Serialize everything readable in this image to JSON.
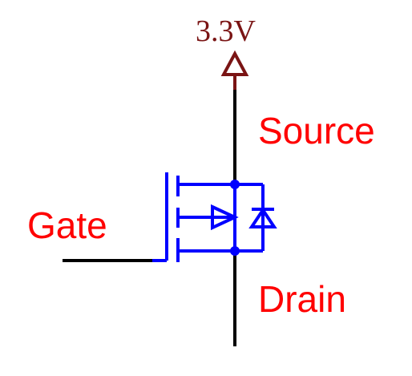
{
  "power": {
    "label": "3.3V",
    "color": "#7a1414"
  },
  "labels": {
    "source": "Source",
    "gate": "Gate",
    "drain": "Drain",
    "color": "#ff0000"
  },
  "colors": {
    "wire": "#000000",
    "component": "#0000ff"
  },
  "component": {
    "type": "P-channel MOSFET with body diode"
  }
}
